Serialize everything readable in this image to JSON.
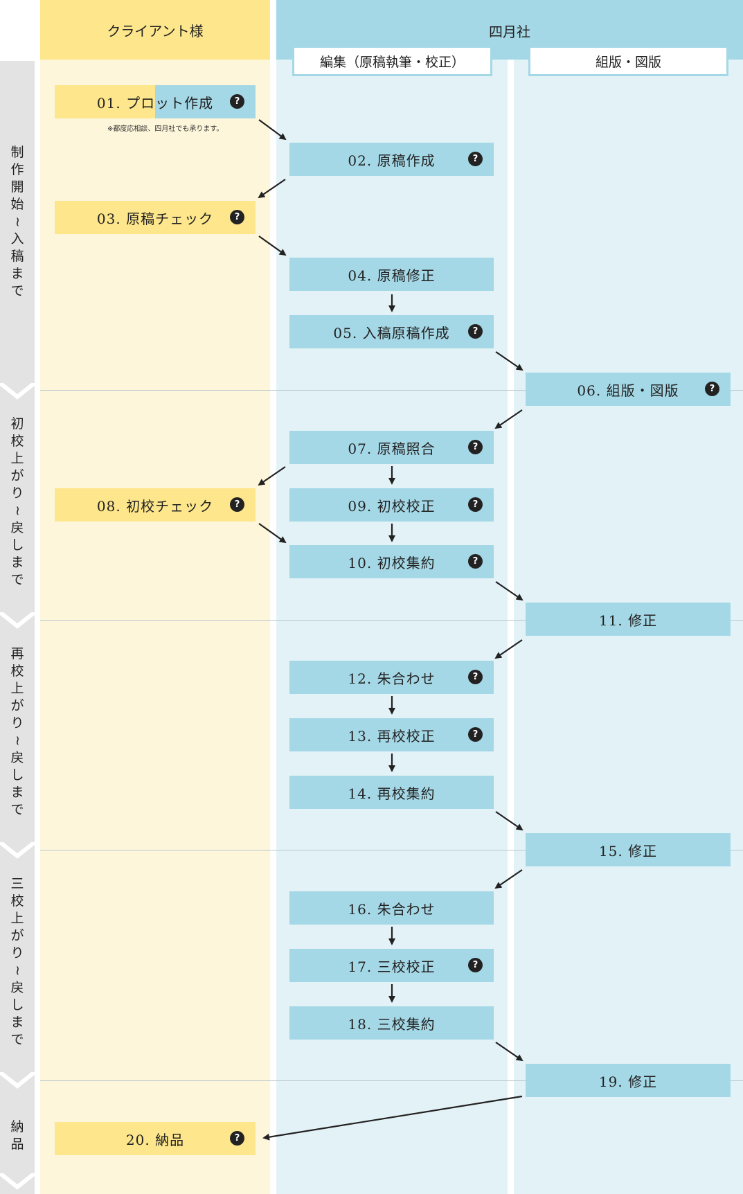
{
  "columns": {
    "client": "クライアント様",
    "shigatsu": "四月社",
    "editing": "編集（原稿執筆・校正）",
    "typesetting": "組版・図版"
  },
  "phases": [
    "制作開始〜入稿まで",
    "初校上がり〜戻しまで",
    "再校上がり〜戻しまで",
    "三校上がり〜戻しまで",
    "納品"
  ],
  "note": "※都度応相談、四月社でも承ります。",
  "steps": [
    {
      "label": "01. プロット作成",
      "lane": "client",
      "help": true
    },
    {
      "label": "02. 原稿作成",
      "lane": "editing",
      "help": true
    },
    {
      "label": "03. 原稿チェック",
      "lane": "client",
      "help": true
    },
    {
      "label": "04. 原稿修正",
      "lane": "editing",
      "help": false
    },
    {
      "label": "05. 入稿原稿作成",
      "lane": "editing",
      "help": true
    },
    {
      "label": "06. 組版・図版",
      "lane": "typesetting",
      "help": true
    },
    {
      "label": "07. 原稿照合",
      "lane": "editing",
      "help": true
    },
    {
      "label": "08. 初校チェック",
      "lane": "client",
      "help": true
    },
    {
      "label": "09. 初校校正",
      "lane": "editing",
      "help": true
    },
    {
      "label": "10. 初校集約",
      "lane": "editing",
      "help": true
    },
    {
      "label": "11. 修正",
      "lane": "typesetting",
      "help": false
    },
    {
      "label": "12. 朱合わせ",
      "lane": "editing",
      "help": true
    },
    {
      "label": "13. 再校校正",
      "lane": "editing",
      "help": true
    },
    {
      "label": "14. 再校集約",
      "lane": "editing",
      "help": false
    },
    {
      "label": "15. 修正",
      "lane": "typesetting",
      "help": false
    },
    {
      "label": "16. 朱合わせ",
      "lane": "editing",
      "help": false
    },
    {
      "label": "17. 三校校正",
      "lane": "editing",
      "help": true
    },
    {
      "label": "18. 三校集約",
      "lane": "editing",
      "help": false
    },
    {
      "label": "19. 修正",
      "lane": "typesetting",
      "help": false
    },
    {
      "label": "20. 納品",
      "lane": "client",
      "help": true
    }
  ],
  "help_icon": "question-icon",
  "help_glyph": "?",
  "colors": {
    "client": "#fde68b",
    "shigatsu": "#a5d8e6",
    "client_bg": "#fdf6da",
    "shigatsu_bg": "#e3f2f7",
    "arrow": "#222222"
  }
}
